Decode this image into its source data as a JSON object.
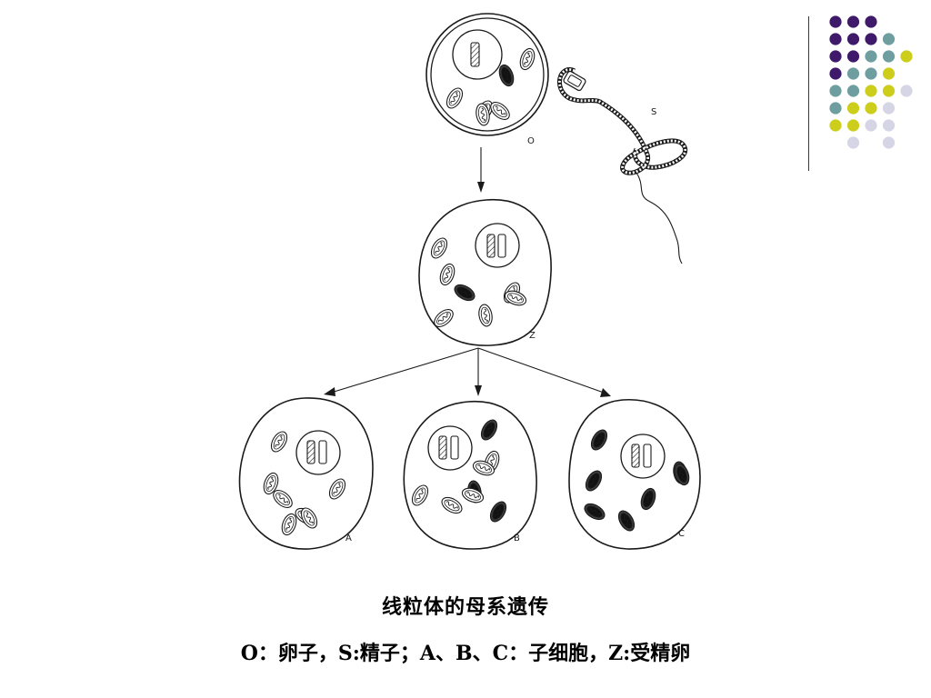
{
  "slide": {
    "title": "线粒体的母系遗传",
    "legend": "O：卵子，S:精子；A、B、C：子细胞，Z:受精卵"
  },
  "diagram": {
    "cells": [
      {
        "id": "O",
        "label": "O",
        "mitochondria": [
          {
            "dark": false
          },
          {
            "dark": true
          },
          {
            "dark": false
          },
          {
            "dark": false
          },
          {
            "dark": false
          },
          {
            "dark": false
          }
        ]
      },
      {
        "id": "Z",
        "label": "Z",
        "mitochondria": [
          {
            "dark": false
          },
          {
            "dark": false
          },
          {
            "dark": true
          },
          {
            "dark": false
          },
          {
            "dark": false
          },
          {
            "dark": false
          },
          {
            "dark": false
          }
        ]
      },
      {
        "id": "A",
        "label": "A",
        "mitochondria": [
          {
            "dark": false
          },
          {
            "dark": false
          },
          {
            "dark": false
          },
          {
            "dark": false
          },
          {
            "dark": false
          },
          {
            "dark": false
          },
          {
            "dark": false
          }
        ]
      },
      {
        "id": "B",
        "label": "B",
        "mitochondria": [
          {
            "dark": true
          },
          {
            "dark": false
          },
          {
            "dark": false
          },
          {
            "dark": false
          },
          {
            "dark": true
          },
          {
            "dark": true
          },
          {
            "dark": false
          },
          {
            "dark": false
          }
        ]
      },
      {
        "id": "C",
        "label": "C",
        "mitochondria": [
          {
            "dark": true
          },
          {
            "dark": true
          },
          {
            "dark": true
          },
          {
            "dark": true
          },
          {
            "dark": true
          },
          {
            "dark": true
          },
          {
            "dark": true
          }
        ]
      }
    ],
    "sperm_label": "S"
  },
  "decoration": {
    "colors": {
      "purple": "#3f1a6b",
      "teal": "#6e9ea0",
      "yellow": "#cdcd1c",
      "lavender": "#d6d5e6"
    },
    "dot_grid": [
      [
        "purple",
        "purple",
        "purple",
        "",
        ""
      ],
      [
        "purple",
        "purple",
        "purple",
        "teal",
        ""
      ],
      [
        "purple",
        "purple",
        "teal",
        "teal",
        "yellow"
      ],
      [
        "purple",
        "teal",
        "teal",
        "yellow",
        ""
      ],
      [
        "teal",
        "teal",
        "yellow",
        "yellow",
        "lavender"
      ],
      [
        "teal",
        "yellow",
        "yellow",
        "lavender",
        ""
      ],
      [
        "yellow",
        "yellow",
        "lavender",
        "lavender",
        ""
      ],
      [
        "",
        "lavender",
        "",
        "lavender",
        ""
      ]
    ]
  }
}
